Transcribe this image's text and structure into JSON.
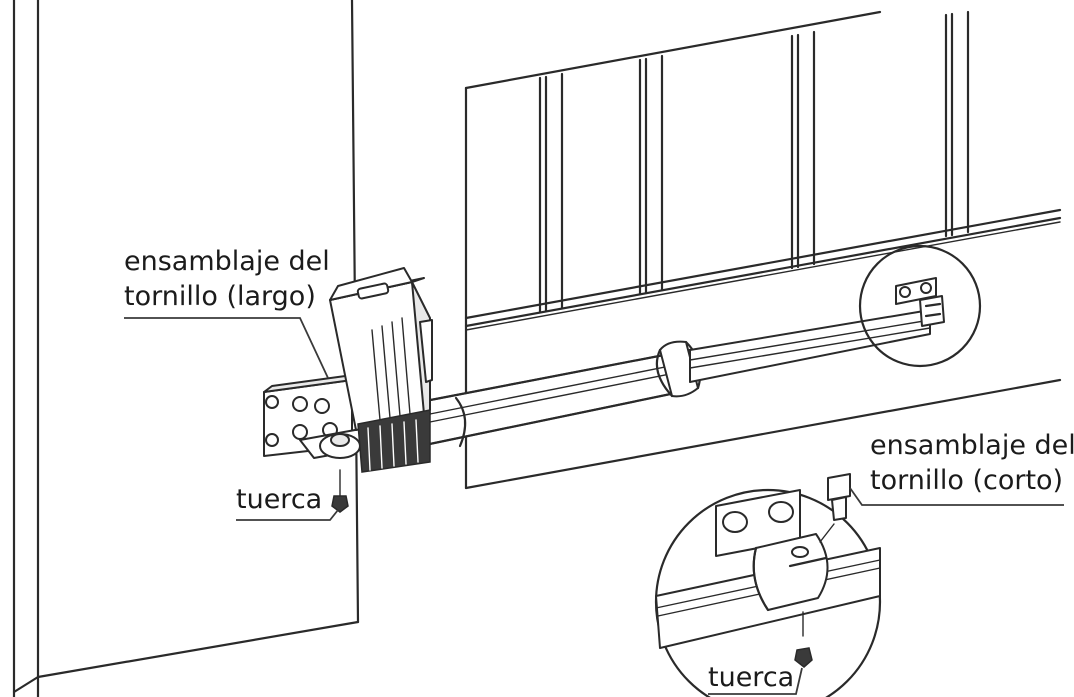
{
  "labels": {
    "bolt_long_line1": "ensamblaje del",
    "bolt_long_line2": "tornillo (largo)",
    "nut_left": "tuerca",
    "bolt_short_line1": "ensamblaje del",
    "bolt_short_line2": "tornillo (corto)",
    "nut_right": "tuerca"
  },
  "colors": {
    "line": "#2a2a2a",
    "background": "#ffffff",
    "text": "#1b1b1b"
  }
}
